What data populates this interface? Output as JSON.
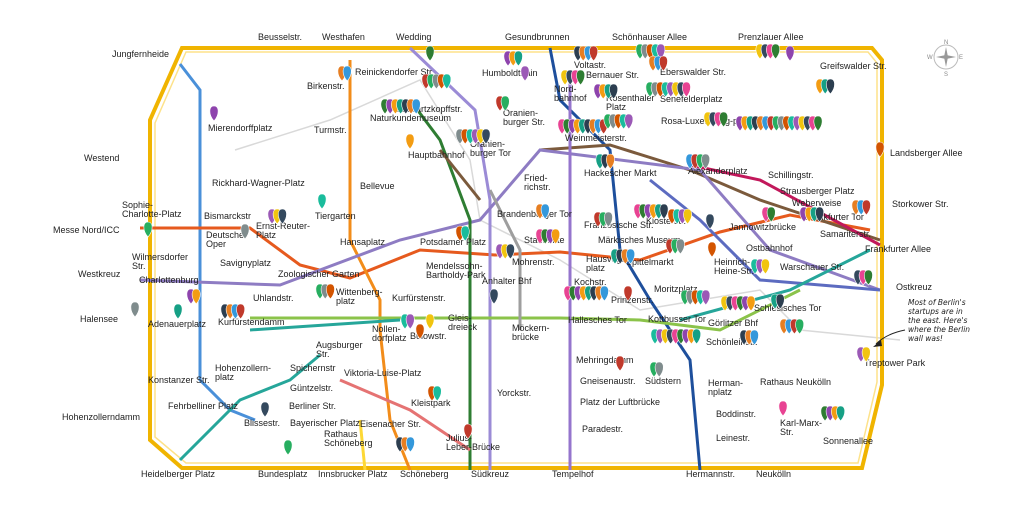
{
  "map": {
    "stations": [
      {
        "id": "beusselstr",
        "label": "Beusselstr."
      },
      {
        "id": "westhafen",
        "label": "Westhafen"
      },
      {
        "id": "wedding",
        "label": "Wedding"
      },
      {
        "id": "gesundbrunnen",
        "label": "Gesundbrunnen"
      },
      {
        "id": "schoenhauser-allee",
        "label": "Schönhauser Allee"
      },
      {
        "id": "prenzlauer-allee",
        "label": "Prenzlauer Allee"
      },
      {
        "id": "jungfernheide",
        "label": "Jungfernheide"
      },
      {
        "id": "greifswalder-str",
        "label": "Greifswalder Str."
      },
      {
        "id": "reinickendorfer-str",
        "label": "Reinickendorfer Str."
      },
      {
        "id": "voltastr",
        "label": "Voltastr."
      },
      {
        "id": "bernauer-str",
        "label": "Bernauer Str."
      },
      {
        "id": "eberswalder-str",
        "label": "Eberswalder Str."
      },
      {
        "id": "birkenstr",
        "label": "Birkenstr."
      },
      {
        "id": "humboldthain",
        "label": "Humboldthain"
      },
      {
        "id": "schwartzkopffstr",
        "label": "Schwartzkopffstr."
      },
      {
        "id": "naturkundemuseum",
        "label": "Naturkundemuseum"
      },
      {
        "id": "nordbahnhof",
        "label": "Nord-\nbahnhof"
      },
      {
        "id": "rosenthaler-platz",
        "label": "Rosenthaler\nPlatz"
      },
      {
        "id": "senefelderplatz",
        "label": "Senefelderplatz"
      },
      {
        "id": "mierendorffplatz",
        "label": "Mierendorffplatz"
      },
      {
        "id": "oranienburger-str",
        "label": "Oranien-\nburger Str."
      },
      {
        "id": "turmstr",
        "label": "Turmstr."
      },
      {
        "id": "rosa-luxemburg-platz",
        "label": "Rosa-Luxemburg-platz"
      },
      {
        "id": "oranienburger-tor",
        "label": "Oranien-\nburger Tor"
      },
      {
        "id": "weinmeisterstr",
        "label": "Weinmeisterstr."
      },
      {
        "id": "westend",
        "label": "Westend"
      },
      {
        "id": "hauptbahnhof",
        "label": "Hauptbahnhof"
      },
      {
        "id": "landsberger-allee",
        "label": "Landsberger Allee"
      },
      {
        "id": "friedrichstr",
        "label": "Fried-\nrichstr."
      },
      {
        "id": "hackescher-markt",
        "label": "Hackescher Markt"
      },
      {
        "id": "alexanderplatz",
        "label": "Alexanderplatz"
      },
      {
        "id": "schillingstr",
        "label": "Schillingstr."
      },
      {
        "id": "richard-wagner-platz",
        "label": "Rickhard-Wagner-Platz"
      },
      {
        "id": "bellevue",
        "label": "Bellevue"
      },
      {
        "id": "strausberger-platz",
        "label": "Strausberger Platz"
      },
      {
        "id": "sophie-charlotte-platz",
        "label": "Sophie-\nCharlotte-Platz"
      },
      {
        "id": "weberweise",
        "label": "Weberweise"
      },
      {
        "id": "storkower-str",
        "label": "Storkower Str."
      },
      {
        "id": "bismarckstr",
        "label": "Bismarckstr"
      },
      {
        "id": "tiergarten",
        "label": "Tiergarten"
      },
      {
        "id": "frankfurter-tor",
        "label": "Frankfurter Tor"
      },
      {
        "id": "brandenburger-tor",
        "label": "Brandenburger Tor"
      },
      {
        "id": "messe-nord",
        "label": "Messe Nord/ICC"
      },
      {
        "id": "deutsche-oper",
        "label": "Deutsche\nOper"
      },
      {
        "id": "ernst-reuter-platz",
        "label": "Ernst-Reuter-\nPlatz"
      },
      {
        "id": "klosterstr",
        "label": "Klosterstr."
      },
      {
        "id": "samariterstr",
        "label": "Samariterstr."
      },
      {
        "id": "franzoesische-str",
        "label": "Französische Str."
      },
      {
        "id": "jannowitzbruecke",
        "label": "Jannowitzbrücke"
      },
      {
        "id": "hansaplatz",
        "label": "Hansaplatz"
      },
      {
        "id": "potsdamer-platz",
        "label": "Potsdamer Platz"
      },
      {
        "id": "stadtmitte",
        "label": "Stadtmitte"
      },
      {
        "id": "maerkisches-museum",
        "label": "Märkisches Museum"
      },
      {
        "id": "frankfurter-allee",
        "label": "Frankfurter Allee"
      },
      {
        "id": "wilmersdorfer-str",
        "label": "Wilmersdorfer\nStr."
      },
      {
        "id": "savignyplatz",
        "label": "Savignyplatz"
      },
      {
        "id": "ostbahnhof",
        "label": "Ostbahnhof"
      },
      {
        "id": "mohrenstr",
        "label": "Mohrenstr."
      },
      {
        "id": "hausvogteiplatz",
        "label": "Hausvogtei-\nplatz"
      },
      {
        "id": "spittelmarkt",
        "label": "Spittelmarkt"
      },
      {
        "id": "heinrich-heine-str",
        "label": "Heinrich-\nHeine-Str."
      },
      {
        "id": "westkreuz",
        "label": "Westkreuz"
      },
      {
        "id": "zoologischer-garten",
        "label": "Zoologischer Garten"
      },
      {
        "id": "mendelssohn",
        "label": "Mendelssohn-\nBartholdy-Park"
      },
      {
        "id": "warschauer-str",
        "label": "Warschauer Str."
      },
      {
        "id": "ostkreuz",
        "label": "Ostkreuz"
      },
      {
        "id": "charlottenburg",
        "label": "Charlottenburg"
      },
      {
        "id": "anhalter-bhf",
        "label": "Anhalter Bhf"
      },
      {
        "id": "kochstr",
        "label": "Kochstr."
      },
      {
        "id": "moritzplatz",
        "label": "Moritzplatz"
      },
      {
        "id": "wittenbergplatz",
        "label": "Wittenberg-\nplatz"
      },
      {
        "id": "uhlandstr",
        "label": "Uhlandstr."
      },
      {
        "id": "kurfuerstenstr",
        "label": "Kurfürstenstr."
      },
      {
        "id": "prinzenstr",
        "label": "Prinzenstr."
      },
      {
        "id": "schlesisches-tor",
        "label": "Schlesisches Tor"
      },
      {
        "id": "halensee",
        "label": "Halensee"
      },
      {
        "id": "adenauerplatz",
        "label": "Adenauerplatz"
      },
      {
        "id": "kurfuerstendamm",
        "label": "Kurfürstendamm"
      },
      {
        "id": "gleisdreieck",
        "label": "Gleis-\ndreieck"
      },
      {
        "id": "nollendorfplatz",
        "label": "Nollen-\ndorfplatz"
      },
      {
        "id": "buelowstr",
        "label": "Bülowstr."
      },
      {
        "id": "hallesches-tor",
        "label": "Hallesches Tor"
      },
      {
        "id": "kottbusser-tor",
        "label": "Kottbusser Tor"
      },
      {
        "id": "goerlitzer-bhf",
        "label": "Görlitzer Bhf"
      },
      {
        "id": "moeckernbruecke",
        "label": "Möckern-\nbrücke"
      },
      {
        "id": "augsburger-str",
        "label": "Augsburger\nStr."
      },
      {
        "id": "hohenzollernplatz",
        "label": "Hohenzollern-\nplatz"
      },
      {
        "id": "spichernstr",
        "label": "Spichernstr"
      },
      {
        "id": "mehringdamm",
        "label": "Mehringdamm"
      },
      {
        "id": "schoenleinstr",
        "label": "Schönleinstr."
      },
      {
        "id": "treptower-park",
        "label": "Treptower Park"
      },
      {
        "id": "viktoria-luise-platz",
        "label": "Viktoria-Luise-Platz"
      },
      {
        "id": "konstanzer-str",
        "label": "Konstanzer Str."
      },
      {
        "id": "guentzelstr",
        "label": "Güntzelstr."
      },
      {
        "id": "gneisenaustr",
        "label": "Gneisenaustr."
      },
      {
        "id": "suedstern",
        "label": "Südstern"
      },
      {
        "id": "yorckstr",
        "label": "Yorckstr."
      },
      {
        "id": "hermannplatz",
        "label": "Herman-\nnplatz"
      },
      {
        "id": "rathaus-neukoelln",
        "label": "Rathaus Neukölln"
      },
      {
        "id": "fehrbelliner-platz",
        "label": "Fehrbelliner Platz"
      },
      {
        "id": "berliner-str",
        "label": "Berliner Str."
      },
      {
        "id": "kleistpark",
        "label": "Kleistpark"
      },
      {
        "id": "platz-der-luftbruecke",
        "label": "Platz der Luftbrücke"
      },
      {
        "id": "boddinstr",
        "label": "Boddinstr."
      },
      {
        "id": "hohenzollerndamm",
        "label": "Hohenzollerndamm"
      },
      {
        "id": "blissestr",
        "label": "Blissestr."
      },
      {
        "id": "bayerischer-platz",
        "label": "Bayerischer Platz"
      },
      {
        "id": "eisenacher-str",
        "label": "Eisenacher Str."
      },
      {
        "id": "karl-marx-str",
        "label": "Karl-Marx-\nStr."
      },
      {
        "id": "rathaus-schoeneberg",
        "label": "Rathaus\nSchöneberg"
      },
      {
        "id": "julius-leber-bruecke",
        "label": "Julius-\nLeber-Brücke"
      },
      {
        "id": "paradestr",
        "label": "Paradestr."
      },
      {
        "id": "leinestr",
        "label": "Leinestr."
      },
      {
        "id": "sonnenallee",
        "label": "Sonnenallee"
      },
      {
        "id": "heidelberger-platz",
        "label": "Heidelberger Platz"
      },
      {
        "id": "bundesplatz",
        "label": "Bundesplatz"
      },
      {
        "id": "innsbrucker-platz",
        "label": "Innsbrucker Platz"
      },
      {
        "id": "schoeneberg",
        "label": "Schöneberg"
      },
      {
        "id": "suedkreuz",
        "label": "Südkreuz"
      },
      {
        "id": "tempelhof",
        "label": "Tempelhof"
      },
      {
        "id": "hermannstr",
        "label": "Hermannstr."
      },
      {
        "id": "neukoelln",
        "label": "Neukölln"
      }
    ],
    "note": "Most of Berlin's\nstartups are in\nthe east. Here's\nwhere the Berlin\nwall was!",
    "compass": {
      "n": "N",
      "e": "E",
      "s": "S",
      "w": "W"
    },
    "colors": {
      "ring": "#f0b400",
      "u1": "#8bc34a",
      "u2": "#e65a1e",
      "u3": "#009688",
      "u4": "#fdd835",
      "u5": "#7b5a3c",
      "u6": "#7e57c2",
      "u7": "#4a90d9",
      "u8": "#1e4f9c",
      "u9": "#f28c1a",
      "s1": "#e91e63",
      "s2": "#2e7d32",
      "s3": "#3a4aa8",
      "s5": "#f26d6d",
      "s7": "#8e7cc3",
      "s9": "#b0324a",
      "s25": "#1b8a5a",
      "s41": "#a0a0a0",
      "wall": "#d0d0d0"
    },
    "pin_colors": [
      "#2e7d32",
      "#8e44ad",
      "#f39c12",
      "#16a085",
      "#2c3e50",
      "#e67e22",
      "#3498db",
      "#c0392b",
      "#27ae60",
      "#7f8c8d",
      "#d35400",
      "#1abc9c",
      "#9b59b6",
      "#f1c40f",
      "#34495e",
      "#e84393"
    ]
  }
}
